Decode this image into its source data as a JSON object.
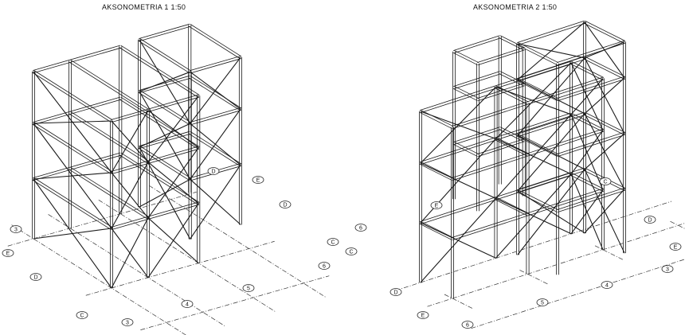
{
  "views": [
    {
      "title": "AKSONOMETRIA 1   1:50",
      "axes": [
        "3",
        "E",
        "D",
        "C",
        "3",
        "4",
        "5",
        "6",
        "C",
        "D",
        "E",
        "D"
      ]
    },
    {
      "title": "AKSONOMETRIA 2   1:50",
      "axes": [
        "6",
        "C",
        "D",
        "E",
        "6",
        "5",
        "4",
        "3",
        "E",
        "D",
        "C",
        "E"
      ]
    }
  ],
  "colors": {
    "line": "#1a1a1a",
    "axis": "#333333",
    "background": "#ffffff"
  }
}
